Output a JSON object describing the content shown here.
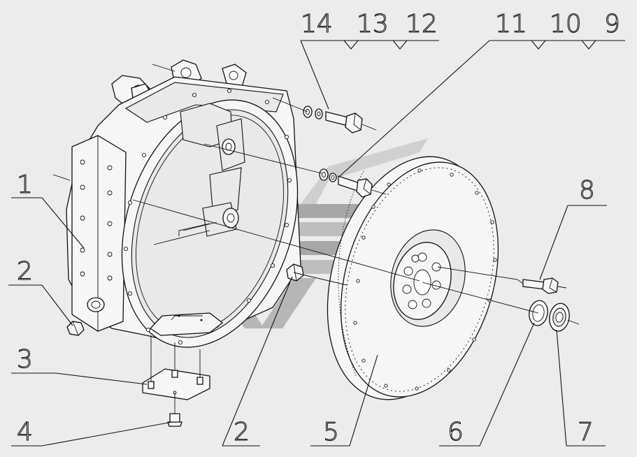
{
  "diagram": {
    "callouts": [
      {
        "id": "c1",
        "text": "1"
      },
      {
        "id": "c2a",
        "text": "2"
      },
      {
        "id": "c2b",
        "text": "2"
      },
      {
        "id": "c3",
        "text": "3"
      },
      {
        "id": "c4",
        "text": "4"
      },
      {
        "id": "c5",
        "text": "5"
      },
      {
        "id": "c6",
        "text": "6"
      },
      {
        "id": "c7",
        "text": "7"
      },
      {
        "id": "c8",
        "text": "8"
      },
      {
        "id": "c9",
        "text": "9"
      },
      {
        "id": "c10",
        "text": "10"
      },
      {
        "id": "c11",
        "text": "11"
      },
      {
        "id": "c12",
        "text": "12"
      },
      {
        "id": "c13",
        "text": "13"
      },
      {
        "id": "c14",
        "text": "14"
      }
    ],
    "colors": {
      "background": "#ececec",
      "line": "#111111",
      "watermark_dark": "#6f6f6f",
      "watermark_light": "#b9b9b9"
    },
    "watermark": "company-logo-mark"
  }
}
